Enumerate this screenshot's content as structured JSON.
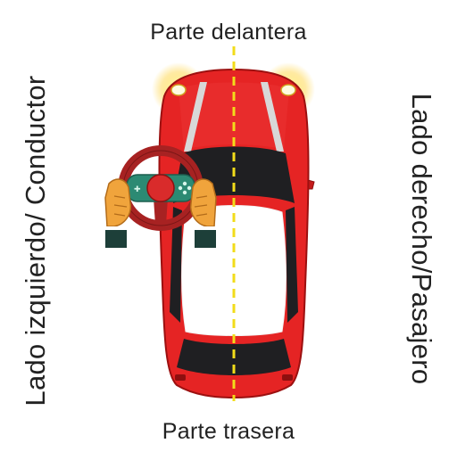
{
  "labels": {
    "front": "Parte delantera",
    "rear": "Parte trasera",
    "left": "Lado izquierdo/ Conductor",
    "right": "Lado derecho/Pasajero"
  },
  "colors": {
    "car_body": "#e52424",
    "car_dark": "#b81414",
    "glass": "#1f1f22",
    "center_line": "#f2dc1a",
    "wheel_rim": "#a72222",
    "wheel_hub": "#2c8a73",
    "hands": "#f0a43c",
    "cuffs": "#1d3f39",
    "headlight_glow": "#ffd95a"
  },
  "icons": {
    "car": "car-top-view-icon",
    "steering": "steering-wheel-icon",
    "hands": "hands-icon",
    "headlights": "headlight-glow-icon"
  }
}
